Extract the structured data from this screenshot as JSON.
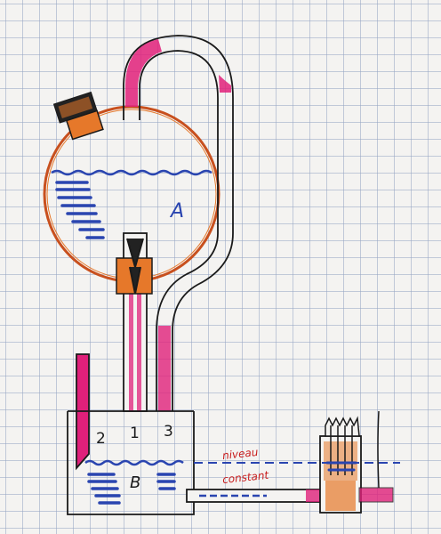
{
  "labels": {
    "vessel_a": "A",
    "vessel_b": "B",
    "tube_1": "1",
    "tube_2": "2",
    "tube_3": "3",
    "niveau": "niveau",
    "constant": "constant"
  },
  "colors": {
    "outline": "#1a1a1a",
    "sphere_outline": "#c8501e",
    "magenta": "#e0207a",
    "water_blue": "#2a45b0",
    "orange": "#e6782a",
    "red_text": "#c81e1e",
    "grid": "#96a5c3"
  }
}
